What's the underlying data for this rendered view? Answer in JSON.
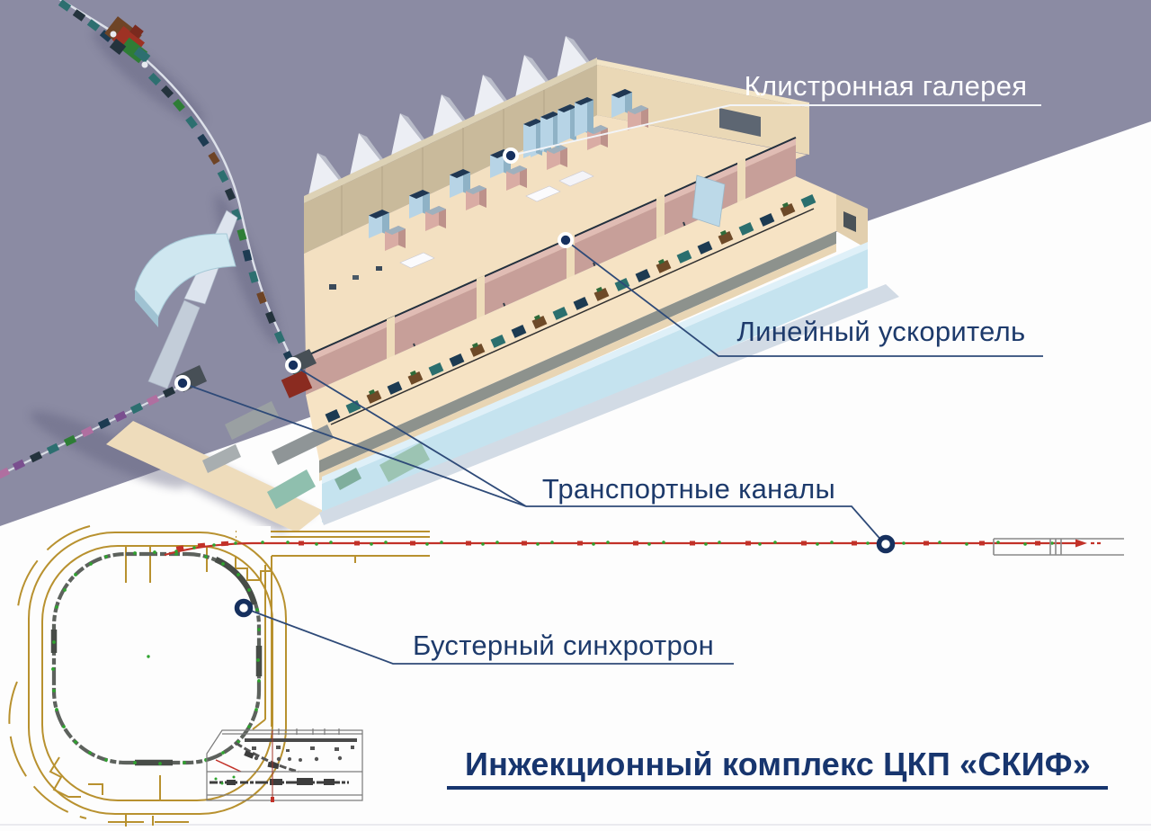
{
  "slide": {
    "title": "Инжекционный комплекс ЦКП «СКИФ»"
  },
  "callouts": {
    "klystron_gallery": "Клистронная галерея",
    "linac": "Линейный ускоритель",
    "transport": "Транспортные каналы",
    "booster": "Бустерный синхротрон"
  },
  "colors": {
    "background_upper": "#8b8ba3",
    "background_lower": "#fdfdfd",
    "accent_navy": "#1d3a6b",
    "label_on_dark": "#ffffff",
    "transport_line_red": "#c23128",
    "tunnel_wall_gold": "#b8912f",
    "ring_beam_gray": "#5d625d",
    "quad_green": "#2fa32f",
    "building_cream": "#f3e0c1",
    "building_pink_wall": "#c79f99",
    "building_blue_wall": "#c5e3ef"
  }
}
